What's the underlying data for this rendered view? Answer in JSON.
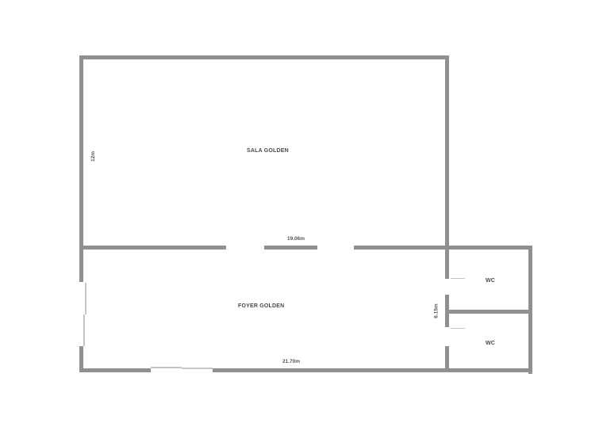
{
  "floor_plan": {
    "colors": {
      "wall": "#8f9094",
      "door_line": "#c4c5c8",
      "text": "#4a4a4d",
      "background": "#ffffff"
    },
    "rooms": [
      {
        "id": "sala",
        "label": "SALA GOLDEN"
      },
      {
        "id": "foyer",
        "label": "FOYER GOLDEN"
      },
      {
        "id": "wc1",
        "label": "WC"
      },
      {
        "id": "wc2",
        "label": "WC"
      }
    ],
    "dimensions": {
      "sala_height": "12m",
      "sala_width": "19.06m",
      "foyer_width": "21.70m",
      "foyer_depth": "6.15m"
    }
  }
}
